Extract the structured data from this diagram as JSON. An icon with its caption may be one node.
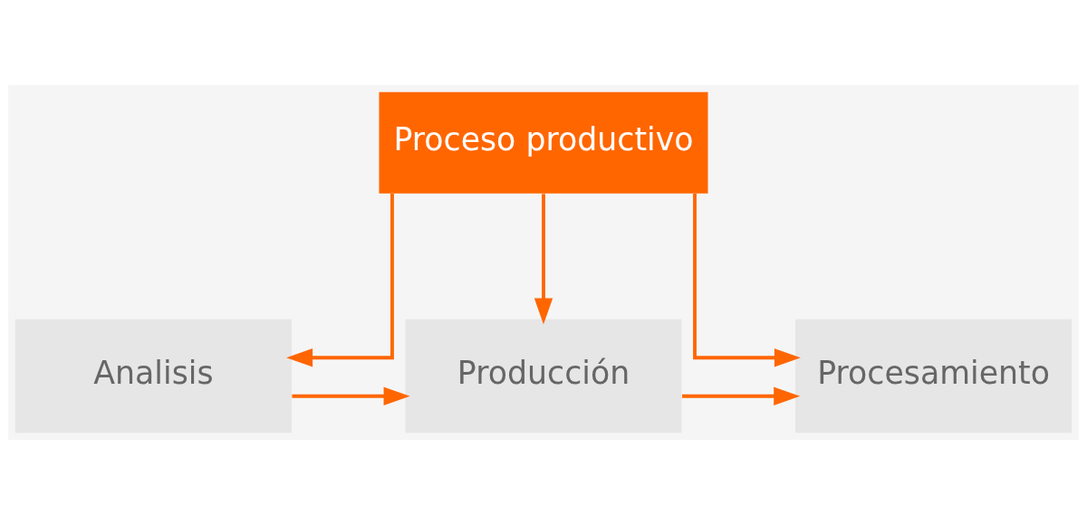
{
  "diagram": {
    "nodes": [
      {
        "text": [
          "Proceso productivo"
        ]
      },
      {
        "text": [
          "Analisis"
        ]
      },
      {
        "text": [
          "Producción"
        ]
      },
      {
        "text": [
          "Procesamiento"
        ]
      }
    ],
    "edges": [
      {
        "from": 0,
        "to": 1,
        "arrow": "to"
      },
      {
        "from": 0,
        "to": 2,
        "arrow": "to"
      },
      {
        "from": 0,
        "to": 3,
        "arrow": "to"
      },
      {
        "from": 1,
        "to": 2,
        "arrow": "to"
      },
      {
        "from": 2,
        "to": 3,
        "arrow": "to"
      }
    ]
  }
}
